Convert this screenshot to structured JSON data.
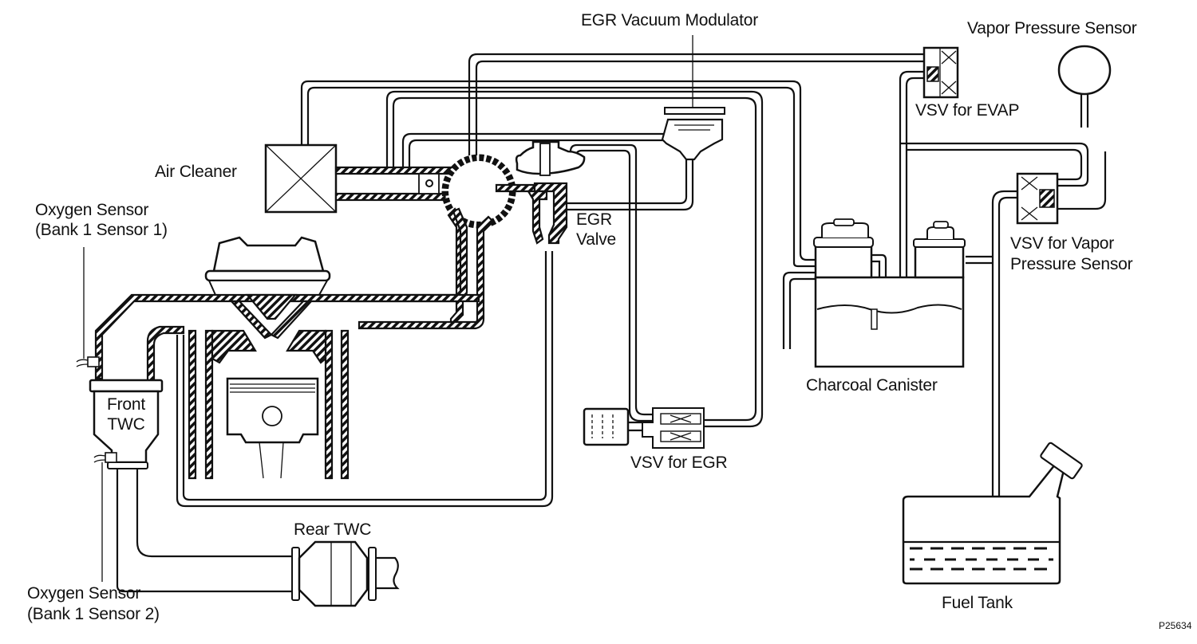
{
  "diagram": {
    "title": "EGR and EVAP system schematic",
    "figure_code": "P25634",
    "colors": {
      "ink": "#111111",
      "background": "#ffffff"
    },
    "labels": {
      "egr_vacuum_modulator": "EGR Vacuum Modulator",
      "vapor_pressure_sensor": "Vapor Pressure Sensor",
      "vsv_for_evap": "VSV for EVAP",
      "air_cleaner": "Air Cleaner",
      "oxygen_sensor_1_line1": "Oxygen Sensor",
      "oxygen_sensor_1_line2": "(Bank 1 Sensor 1)",
      "egr_valve_line1": "EGR",
      "egr_valve_line2": "Valve",
      "vsv_vapor_line1": "VSV for Vapor",
      "vsv_vapor_line2": "Pressure Sensor",
      "charcoal_canister": "Charcoal Canister",
      "front_twc_line1": "Front",
      "front_twc_line2": "TWC",
      "vsv_for_egr": "VSV for EGR",
      "rear_twc": "Rear TWC",
      "oxygen_sensor_2_line1": "Oxygen Sensor",
      "oxygen_sensor_2_line2": "(Bank 1 Sensor 2)",
      "fuel_tank": "Fuel Tank"
    }
  }
}
